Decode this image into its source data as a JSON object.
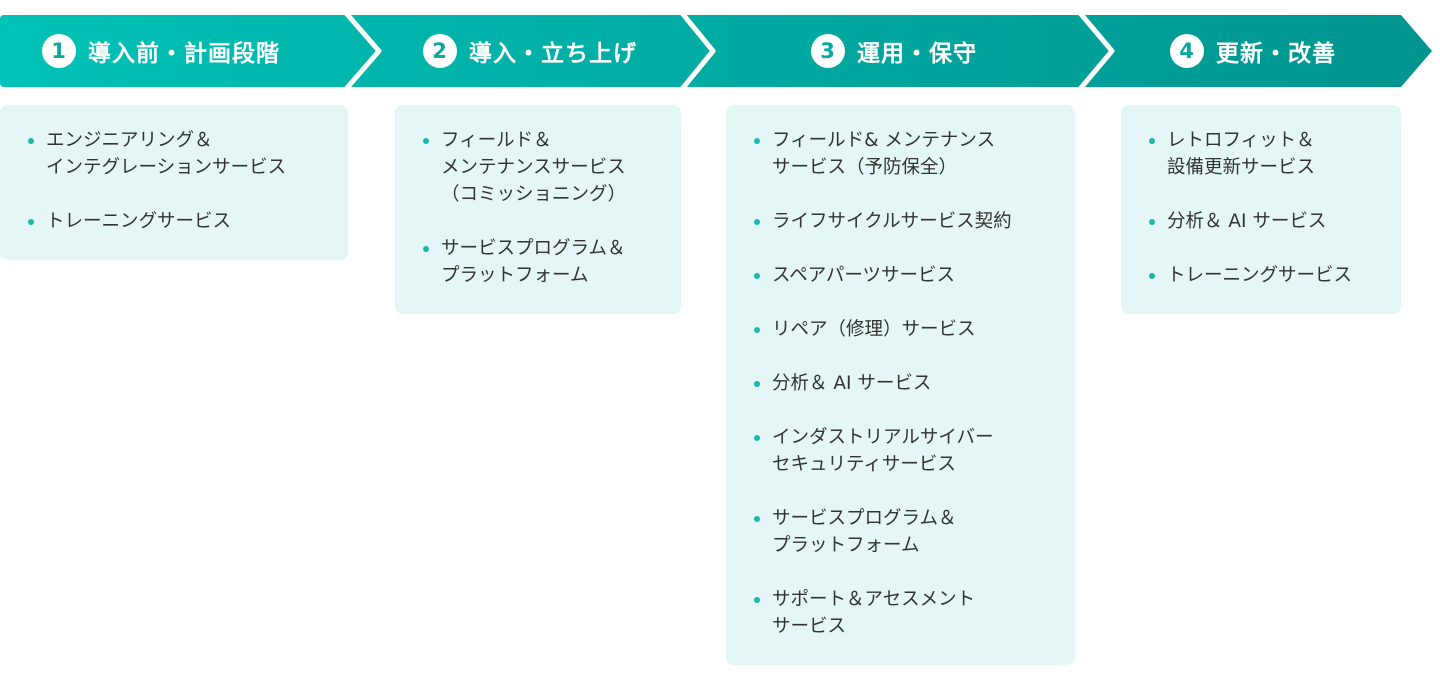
{
  "colors": {
    "band_start": "#00c2b6",
    "band_end": "#00948f",
    "card_bg": "#e4f6f5",
    "bullet": "#1bb8ad"
  },
  "stages": [
    {
      "number": "1",
      "title": "導入前・計画段階",
      "items": [
        "エンジニアリング＆\nインテグレーションサービス",
        "トレーニングサービス"
      ]
    },
    {
      "number": "2",
      "title": "導入・立ち上げ",
      "items": [
        "フィールド＆\nメンテナンスサービス\n（コミッショニング）",
        "サービスプログラム＆\nプラットフォーム"
      ]
    },
    {
      "number": "3",
      "title": "運用・保守",
      "items": [
        "フィールド& メンテナンス\nサービス（予防保全）",
        "ライフサイクルサービス契約",
        "スペアパーツサービス",
        "リペア（修理）サービス",
        "分析＆ AI サービス",
        "インダストリアルサイバー\nセキュリティサービス",
        "サービスプログラム＆\nプラットフォーム",
        "サポート＆アセスメント\nサービス"
      ]
    },
    {
      "number": "4",
      "title": "更新・改善",
      "items": [
        "レトロフィット＆\n設備更新サービス",
        "分析＆ AI サービス",
        "トレーニングサービス"
      ]
    }
  ]
}
